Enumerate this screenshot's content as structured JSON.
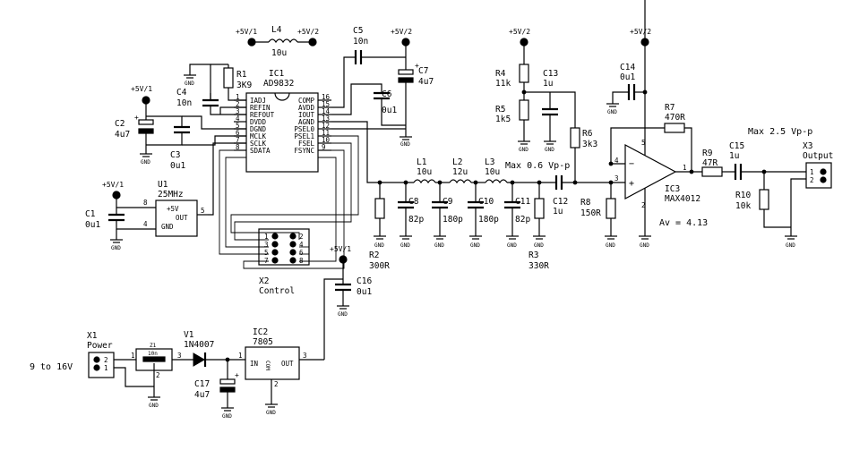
{
  "rails": {
    "p5v1": "+5V/1",
    "p5v2": "+5V/2",
    "gnd": "GND"
  },
  "ic1": {
    "ref": "IC1",
    "part": "AD9832",
    "left": [
      {
        "n": "1",
        "name": "IADJ"
      },
      {
        "n": "2",
        "name": "REFIN"
      },
      {
        "n": "3",
        "name": "REFOUT"
      },
      {
        "n": "4",
        "name": "DVDD"
      },
      {
        "n": "5",
        "name": "DGND"
      },
      {
        "n": "6",
        "name": "MCLK"
      },
      {
        "n": "7",
        "name": "SCLK"
      },
      {
        "n": "8",
        "name": "SDATA"
      }
    ],
    "right": [
      {
        "n": "16",
        "name": "COMP"
      },
      {
        "n": "15",
        "name": "AVDD"
      },
      {
        "n": "14",
        "name": "IOUT"
      },
      {
        "n": "13",
        "name": "AGND"
      },
      {
        "n": "12",
        "name": "PSEL0"
      },
      {
        "n": "11",
        "name": "PSEL1"
      },
      {
        "n": "10",
        "name": "FSEL"
      },
      {
        "n": "9",
        "name": "FSYNC"
      }
    ]
  },
  "u1": {
    "ref": "U1",
    "value": "25MHz",
    "p1": "+5V",
    "p2": "OUT",
    "p3": "GND",
    "pin8": "8",
    "pin4": "4",
    "pin5": "5"
  },
  "ic3": {
    "ref": "IC3",
    "part": "MAX4012",
    "gain": "Av = 4.13",
    "p4": "4",
    "p3": "3",
    "p5": "5",
    "p2": "2",
    "p1": "1"
  },
  "ic2": {
    "ref": "IC2",
    "part": "7805",
    "in": "IN",
    "out": "OUT",
    "com": "COM",
    "p1": "1",
    "p2": "2",
    "p3": "3"
  },
  "x1": {
    "ref": "X1",
    "name": "Power",
    "p2": "2",
    "p1": "1",
    "supply": "9 to 16V"
  },
  "x2": {
    "ref": "X2",
    "name": "Control",
    "pins": [
      "1",
      "2",
      "3",
      "4",
      "5",
      "6",
      "7",
      "8"
    ]
  },
  "x3": {
    "ref": "X3",
    "name": "Output",
    "p1": "1",
    "p2": "2"
  },
  "z1": {
    "ref": "Z1",
    "value": "10n",
    "p1": "1",
    "p2": "2",
    "p3": "3"
  },
  "v1": {
    "ref": "V1",
    "part": "1N4007"
  },
  "components": {
    "L4": {
      "ref": "L4",
      "value": "10u"
    },
    "C5": {
      "ref": "C5",
      "value": "10n"
    },
    "C7": {
      "ref": "C7",
      "value": "4u7",
      "plus": "+"
    },
    "R1": {
      "ref": "R1",
      "value": "3K9"
    },
    "C4": {
      "ref": "C4",
      "value": "10n"
    },
    "C2": {
      "ref": "C2",
      "value": "4u7",
      "plus": "+"
    },
    "C3": {
      "ref": "C3",
      "value": "0u1"
    },
    "C6": {
      "ref": "C6",
      "value": "0u1"
    },
    "C1": {
      "ref": "C1",
      "value": "0u1"
    },
    "R4": {
      "ref": "R4",
      "value": "11k"
    },
    "R5": {
      "ref": "R5",
      "value": "1k5"
    },
    "C13": {
      "ref": "C13",
      "value": "1u"
    },
    "R6": {
      "ref": "R6",
      "value": "3k3"
    },
    "C14": {
      "ref": "C14",
      "value": "0u1"
    },
    "R7": {
      "ref": "R7",
      "value": "470R"
    },
    "L1": {
      "ref": "L1",
      "value": "10u"
    },
    "L2": {
      "ref": "L2",
      "value": "12u"
    },
    "L3": {
      "ref": "L3",
      "value": "10u"
    },
    "C8": {
      "ref": "C8",
      "value": "82p"
    },
    "C9": {
      "ref": "C9",
      "value": "180p"
    },
    "C10": {
      "ref": "C10",
      "value": "180p"
    },
    "C11": {
      "ref": "C11",
      "value": "82p"
    },
    "C12": {
      "ref": "C12",
      "value": "1u"
    },
    "R2": {
      "ref": "R2",
      "value": "300R"
    },
    "R3": {
      "ref": "R3",
      "value": "330R"
    },
    "R8": {
      "ref": "R8",
      "value": "150R"
    },
    "R9": {
      "ref": "R9",
      "value": "47R"
    },
    "C15": {
      "ref": "C15",
      "value": "1u"
    },
    "R10": {
      "ref": "R10",
      "value": "10k"
    },
    "C16": {
      "ref": "C16",
      "value": "0u1"
    },
    "C17": {
      "ref": "C17",
      "value": "4u7",
      "plus": "+"
    }
  },
  "annotations": {
    "max_filter": "Max 0.6 Vp-p",
    "max_out": "Max 2.5 Vp-p"
  }
}
